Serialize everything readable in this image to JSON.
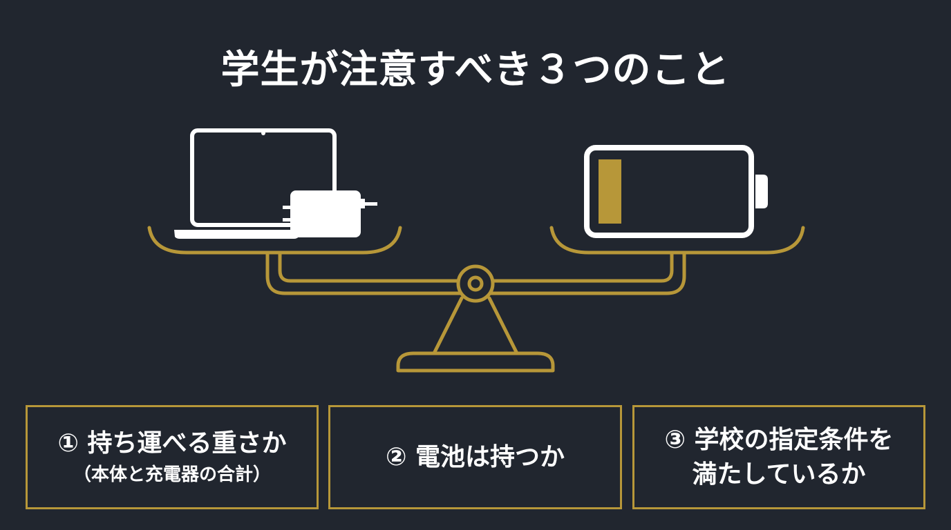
{
  "title": "学生が注意すべき３つのこと",
  "colors": {
    "background": "#21262f",
    "accent_gold": "#b79739",
    "icon_white": "#ffffff"
  },
  "illustration": {
    "left_pan_icons": [
      "laptop-icon",
      "charger-icon"
    ],
    "right_pan_icons": [
      "battery-low-icon"
    ],
    "battery_level": 0.15
  },
  "items": [
    {
      "main": "① 持ち運べる重さか",
      "sub": "（本体と充電器の合計）"
    },
    {
      "main": "② 電池は持つか"
    },
    {
      "main": "③ 学校の指定条件を",
      "sub": "満たしているか"
    }
  ]
}
